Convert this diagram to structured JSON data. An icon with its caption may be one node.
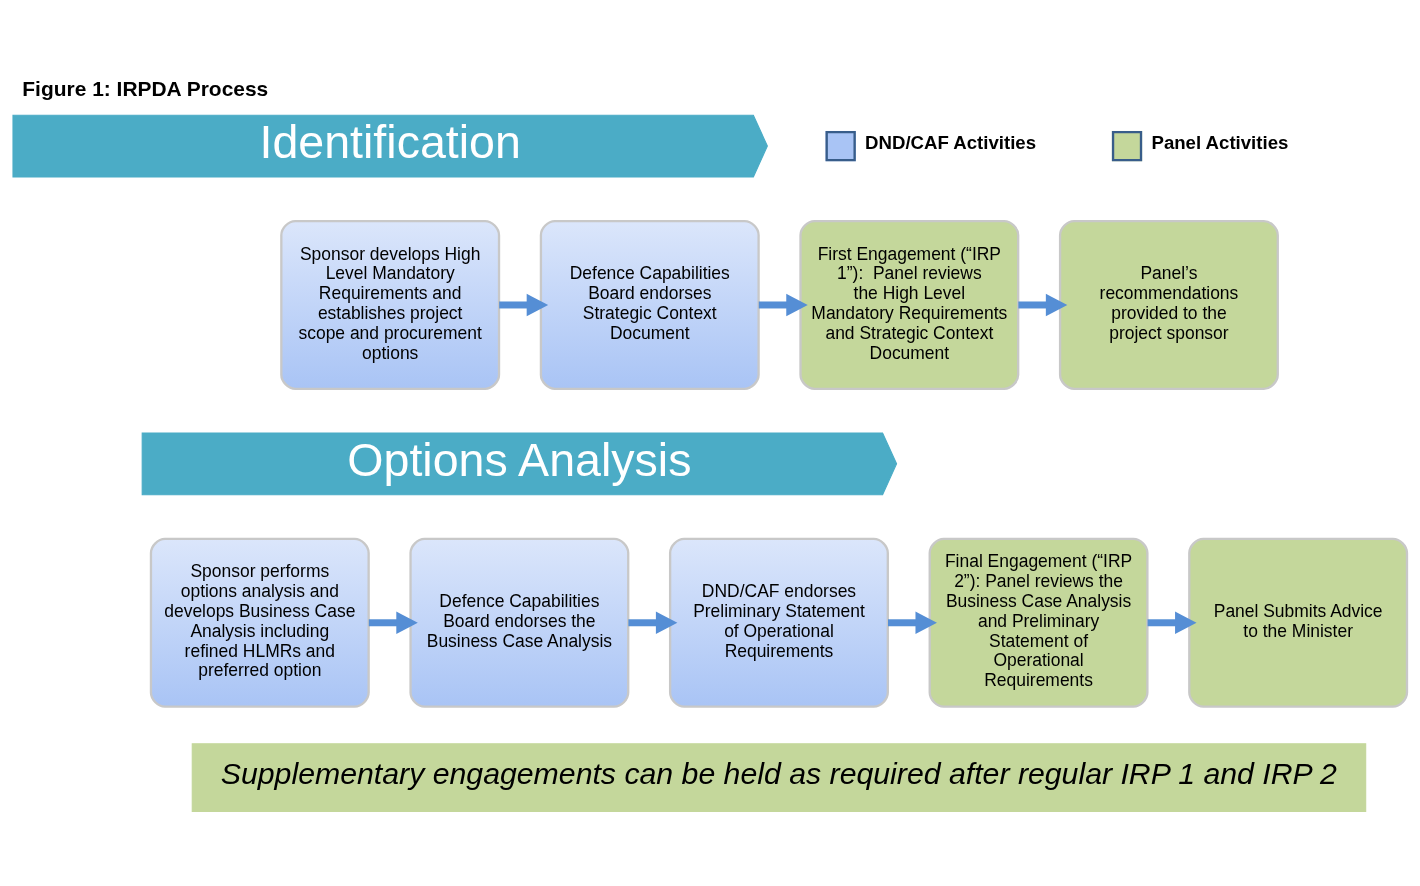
{
  "diagram": {
    "title": "Figure 1: IRPDA Process",
    "nodes": [
      {
        "text": [
          "Identification"
        ]
      },
      {
        "text": [
          "Sponsor develops High Level Mandatory Requirements and establishes project scope and procurement options"
        ]
      },
      {
        "text": [
          "Defence Capabilities Board endorses Strategic Context Document"
        ]
      },
      {
        "text": [
          "First Engagement (“IRP 1”):  Panel reviews the High Level Mandatory Requirements and Strategic Context Document"
        ]
      },
      {
        "text": [
          "Panel’s recommendations provided to the project sponsor"
        ]
      },
      {
        "text": [
          "Options Analysis"
        ]
      },
      {
        "text": [
          "Sponsor performs options analysis and develops Business Case Analysis including refined HLMRs and preferred option"
        ]
      },
      {
        "text": [
          "Defence Capabilities Board endorses the Business Case Analysis"
        ]
      },
      {
        "text": [
          "DND/CAF endorses Preliminary Statement of Operational Requirements"
        ]
      },
      {
        "text": [
          "Final Engagement (“IRP 2”): Panel reviews the Business Case Analysis and Preliminary Statement of Operational Requirements"
        ]
      },
      {
        "text": [
          "Panel Submits Advice to the Minister"
        ]
      },
      {
        "text": [
          "Supplementary engagements can be held as required after regular IRP 1 and IRP 2"
        ]
      }
    ],
    "edges": [
      {
        "from": 1,
        "to": 2,
        "arrow": "to"
      },
      {
        "from": 2,
        "to": 3,
        "arrow": "to"
      },
      {
        "from": 3,
        "to": 4,
        "arrow": "to"
      },
      {
        "from": 6,
        "to": 7,
        "arrow": "to"
      },
      {
        "from": 7,
        "to": 8,
        "arrow": "to"
      },
      {
        "from": 8,
        "to": 9,
        "arrow": "to"
      },
      {
        "from": 9,
        "to": 10,
        "arrow": "to"
      }
    ],
    "legend": [
      {
        "text": "DND/CAF Activities",
        "color": "#a9c4f5"
      },
      {
        "text": "Panel Activities",
        "color": "#c4d79b"
      }
    ]
  }
}
